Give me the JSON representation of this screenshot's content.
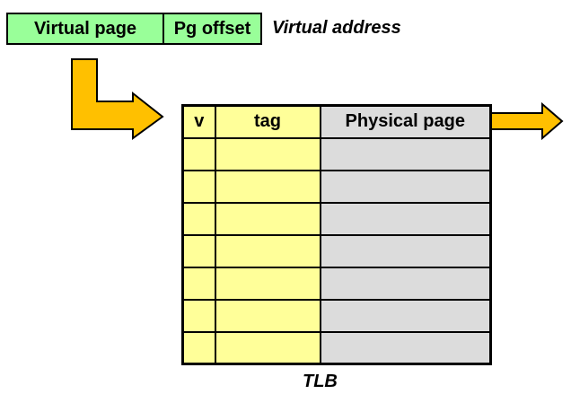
{
  "virtual_address": {
    "virtual_page_label": "Virtual page",
    "pg_offset_label": "Pg offset",
    "caption": "Virtual address"
  },
  "tlb": {
    "caption": "TLB",
    "headers": [
      "v",
      "tag",
      "Physical page"
    ],
    "row_count": 7
  },
  "colors": {
    "address_fill": "#99ff99",
    "tlb_key_fill": "#ffff99",
    "tlb_value_fill": "#dcdcdc",
    "arrow_fill": "#ffc000"
  }
}
